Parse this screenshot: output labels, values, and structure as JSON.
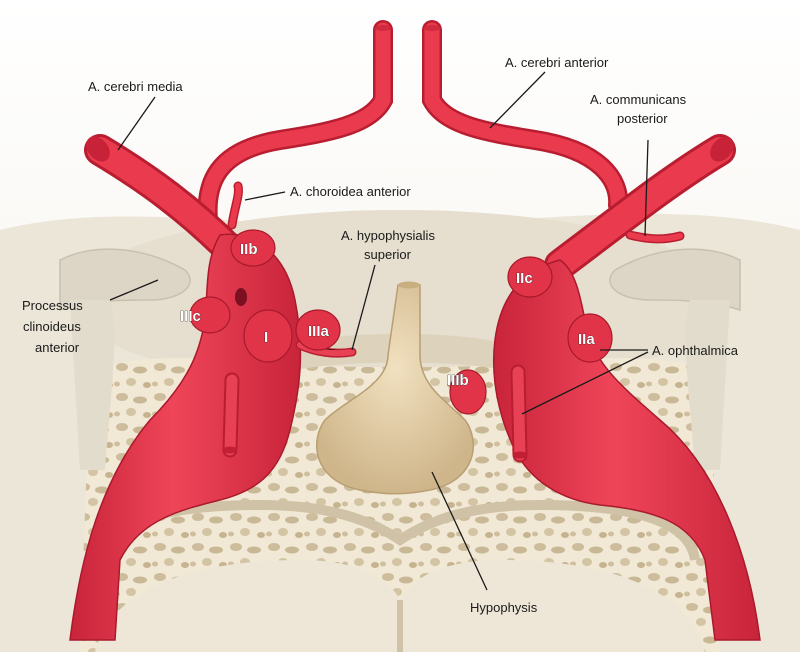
{
  "labels": {
    "cerebri_media": "A. cerebri media",
    "cerebri_anterior": "A. cerebri anterior",
    "communicans_line1": "A. communicans",
    "communicans_line2": "posterior",
    "choroidea": "A. choroidea anterior",
    "hypophysialis_line1": "A. hypophysialis",
    "hypophysialis_line2": "superior",
    "processus_line1": "Processus",
    "processus_line2": "clinoideus",
    "processus_line3": "anterior",
    "ophthalmica": "A. ophthalmica",
    "hypophysis": "Hypophysis"
  },
  "segments": {
    "I": "I",
    "IIa": "IIa",
    "IIb": "IIb",
    "IIc": "IIc",
    "IIIa": "IIIa",
    "IIIb": "IIIb",
    "IIIc": "IIIc"
  },
  "colors": {
    "artery": "#e8364a",
    "artery_dark": "#b81e30",
    "artery_light": "#f26a78",
    "bone": "#efe6d2",
    "bone_pore": "#cdbd9c",
    "hypophysis": "#e3cfa8",
    "dura": "#e9e3d6"
  }
}
